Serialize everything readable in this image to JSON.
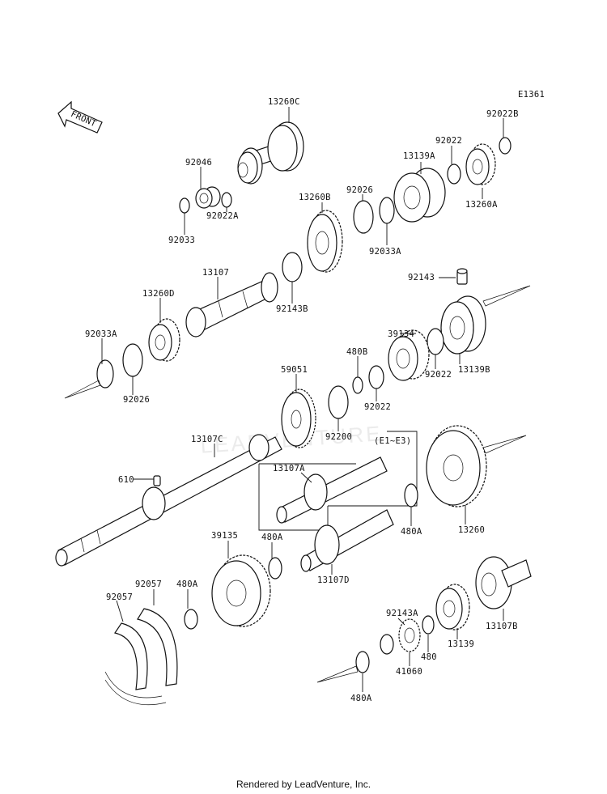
{
  "diagram": {
    "code": "E1361",
    "front_label": "FRONT",
    "variant_box_label": "(E1~E3)",
    "watermark": "LEADVENTURE",
    "footer": "Rendered by LeadVenture, Inc."
  },
  "callouts": [
    {
      "id": "c01",
      "text": "13260C"
    },
    {
      "id": "c02",
      "text": "92022B"
    },
    {
      "id": "c03",
      "text": "92022"
    },
    {
      "id": "c04",
      "text": "13139A"
    },
    {
      "id": "c05",
      "text": "13260A"
    },
    {
      "id": "c06",
      "text": "92046"
    },
    {
      "id": "c07",
      "text": "92022A"
    },
    {
      "id": "c08",
      "text": "92033"
    },
    {
      "id": "c09",
      "text": "13260B"
    },
    {
      "id": "c10",
      "text": "92026"
    },
    {
      "id": "c11",
      "text": "92033A"
    },
    {
      "id": "c12",
      "text": "13107"
    },
    {
      "id": "c13",
      "text": "92143B"
    },
    {
      "id": "c14",
      "text": "13260D"
    },
    {
      "id": "c15",
      "text": "92033A"
    },
    {
      "id": "c16",
      "text": "92026"
    },
    {
      "id": "c17",
      "text": "92143"
    },
    {
      "id": "c18",
      "text": "39134"
    },
    {
      "id": "c19",
      "text": "13139B"
    },
    {
      "id": "c20",
      "text": "480B"
    },
    {
      "id": "c21",
      "text": "92022"
    },
    {
      "id": "c22",
      "text": "92022"
    },
    {
      "id": "c23",
      "text": "59051"
    },
    {
      "id": "c24",
      "text": "92200"
    },
    {
      "id": "c25",
      "text": "13107C"
    },
    {
      "id": "c26",
      "text": "610"
    },
    {
      "id": "c27",
      "text": "13107A"
    },
    {
      "id": "c28",
      "text": "480A"
    },
    {
      "id": "c29",
      "text": "13260"
    },
    {
      "id": "c30",
      "text": "13107D"
    },
    {
      "id": "c31",
      "text": "39135"
    },
    {
      "id": "c32",
      "text": "480A"
    },
    {
      "id": "c33",
      "text": "92057"
    },
    {
      "id": "c34",
      "text": "92057"
    },
    {
      "id": "c35",
      "text": "480A"
    },
    {
      "id": "c36",
      "text": "92143A"
    },
    {
      "id": "c37",
      "text": "13107B"
    },
    {
      "id": "c38",
      "text": "13139"
    },
    {
      "id": "c39",
      "text": "480"
    },
    {
      "id": "c40",
      "text": "41060"
    },
    {
      "id": "c41",
      "text": "480A"
    }
  ]
}
